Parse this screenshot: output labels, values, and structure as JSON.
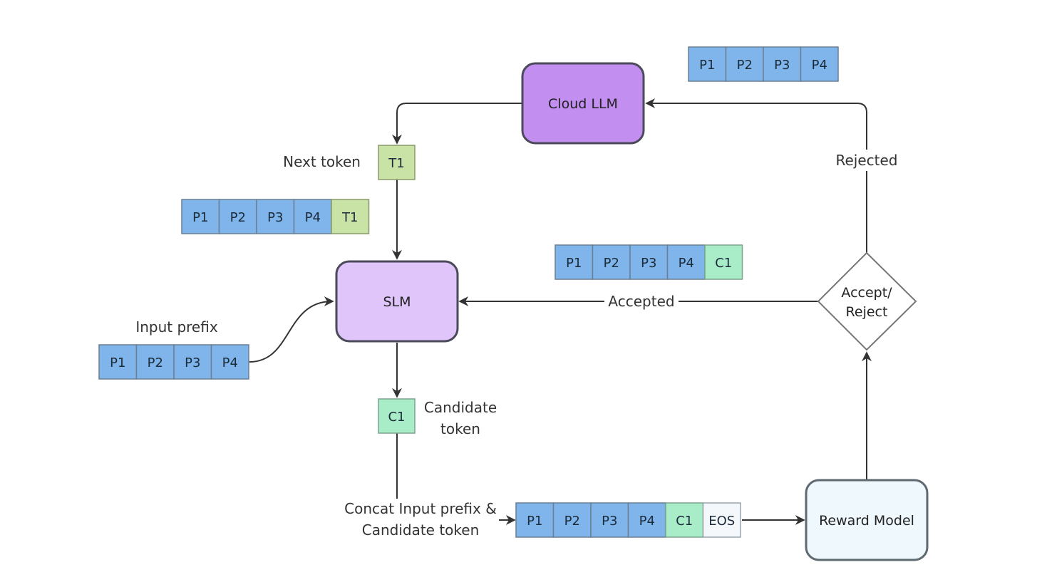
{
  "nodes": {
    "cloud_llm": "Cloud LLM",
    "slm": "SLM",
    "reward_model": "Reward Model",
    "decision": [
      "Accept/",
      "Reject"
    ]
  },
  "labels": {
    "next_token": "Next token",
    "input_prefix": "Input prefix",
    "candidate_token": [
      "Candidate",
      "token"
    ],
    "concat": [
      "Concat Input prefix &",
      "Candidate token"
    ],
    "accepted": "Accepted",
    "rejected": "Rejected"
  },
  "sequences": {
    "cloud_prefix": [
      "P1",
      "P2",
      "P3",
      "P4"
    ],
    "next_token": [
      "T1"
    ],
    "slm_with_next": [
      "P1",
      "P2",
      "P3",
      "P4",
      "T1"
    ],
    "accepted_seq": [
      "P1",
      "P2",
      "P3",
      "P4",
      "C1"
    ],
    "input_prefix": [
      "P1",
      "P2",
      "P3",
      "P4"
    ],
    "candidate": [
      "C1"
    ],
    "concat_seq": [
      "P1",
      "P2",
      "P3",
      "P4",
      "C1",
      "EOS"
    ]
  },
  "colors": {
    "prefix_token": "#7fb5ea",
    "next_token": "#c9e3a6",
    "candidate_token": "#a8ecc8",
    "eos_token": "#f4f8fb",
    "cloud_llm": "#c28ef0",
    "slm": "#dfc5fa",
    "reward_model": "#eef8fd"
  }
}
